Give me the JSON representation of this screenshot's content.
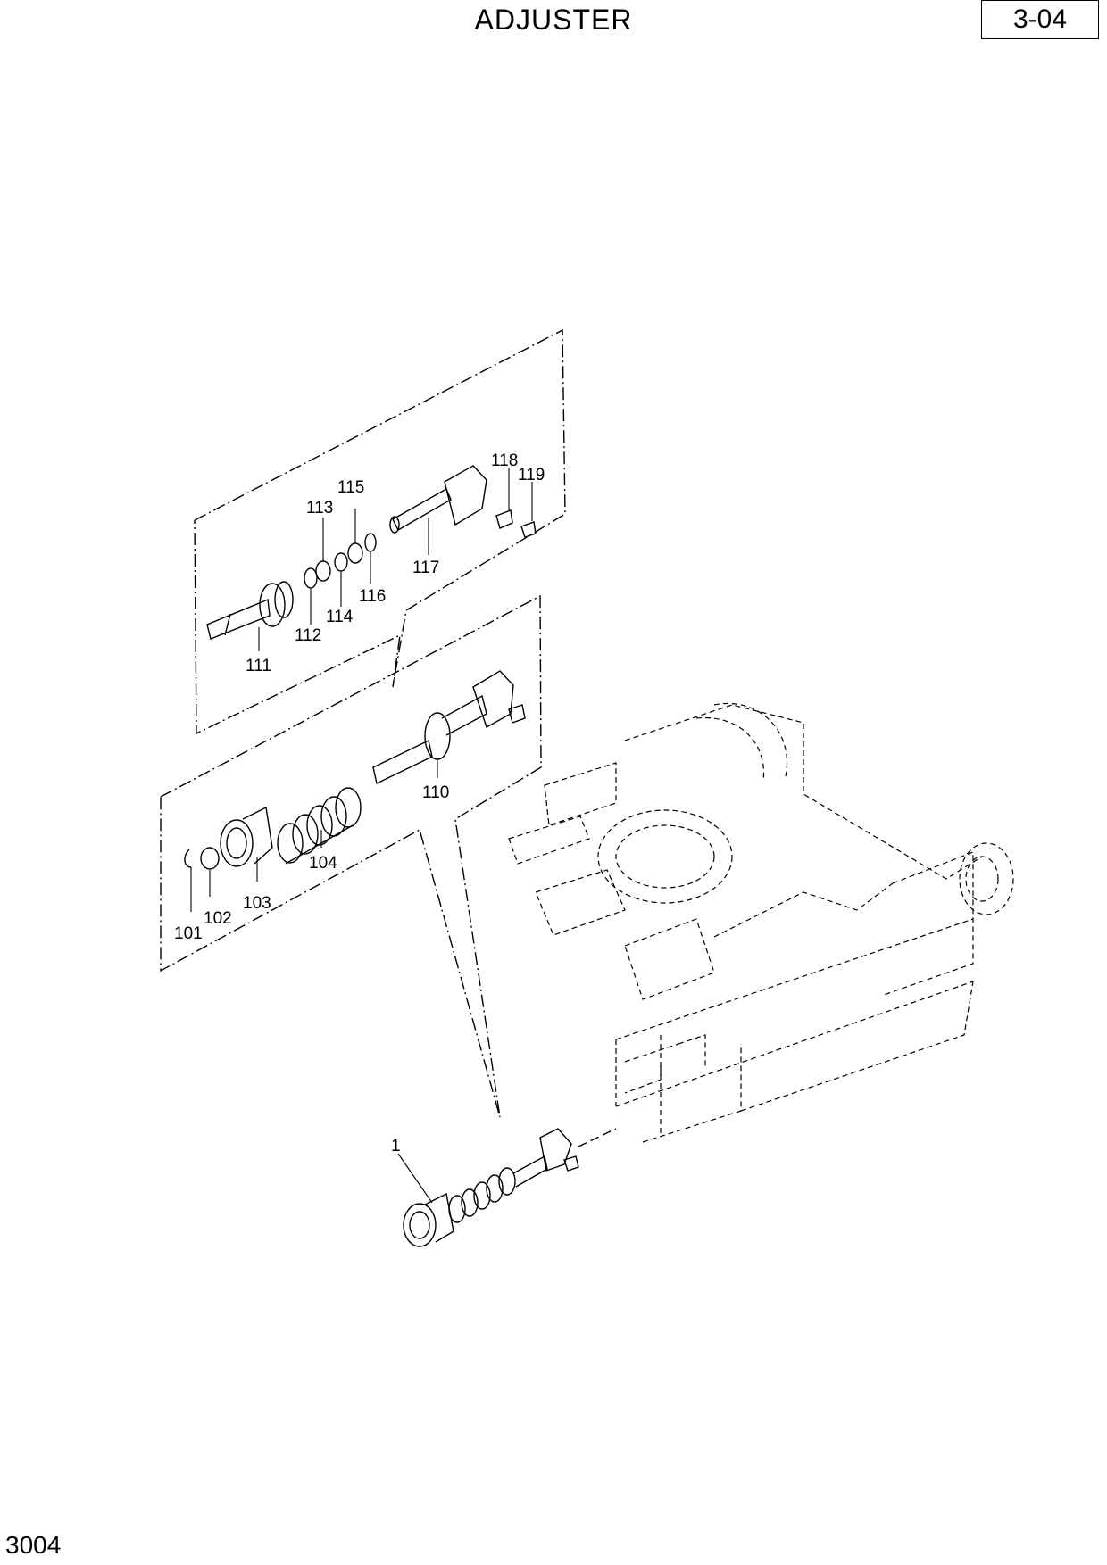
{
  "header": {
    "title": "ADJUSTER",
    "page_code": "3-04"
  },
  "footer": {
    "code": "3004"
  },
  "diagram": {
    "callouts": [
      "1",
      "101",
      "102",
      "103",
      "104",
      "110",
      "111",
      "112",
      "113",
      "114",
      "115",
      "116",
      "117",
      "118",
      "119"
    ]
  }
}
